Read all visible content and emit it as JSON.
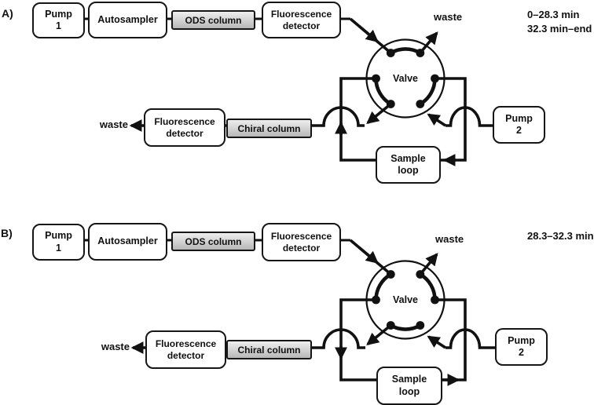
{
  "figure": {
    "type": "column-switching HPLC flow diagram",
    "colors": {
      "line": "#111111",
      "box_fill": "#ffffff",
      "column_fill": "#d9d9d9",
      "border": "#161616"
    }
  },
  "panel_a": {
    "label": "A)",
    "timing": [
      "0–28.3 min",
      "32.3 min–end"
    ],
    "pump1": "Pump\n1",
    "autosampler": "Autosampler",
    "ods_column": "ODS column",
    "fluorescence_detector_ods": "Fluorescence\ndetector",
    "valve": "Valve",
    "waste_valve": "waste",
    "waste_chiral": "waste",
    "fluorescence_detector_chiral": "Fluorescence\ndetector",
    "chiral_column": "Chiral column",
    "sample_loop": "Sample\nloop",
    "pump2": "Pump\n2"
  },
  "panel_b": {
    "label": "B)",
    "timing": [
      "28.3–32.3 min"
    ],
    "pump1": "Pump\n1",
    "autosampler": "Autosampler",
    "ods_column": "ODS column",
    "fluorescence_detector_ods": "Fluorescence\ndetector",
    "valve": "Valve",
    "waste_valve": "waste",
    "waste_chiral": "waste",
    "fluorescence_detector_chiral": "Fluorescence\ndetector",
    "chiral_column": "Chiral column",
    "sample_loop": "Sample\nloop",
    "pump2": "Pump\n2"
  }
}
